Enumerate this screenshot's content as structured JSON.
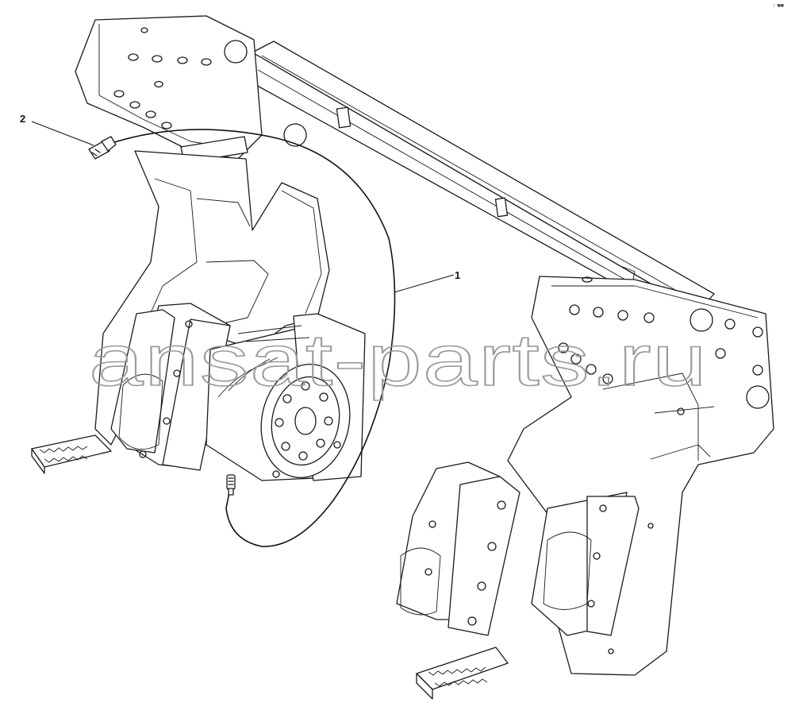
{
  "callouts": [
    {
      "label": "1",
      "part": "cable"
    },
    {
      "label": "2",
      "part": "connector"
    }
  ],
  "watermark": "ansat-parts.ru",
  "corner_mark": "↑ ■■"
}
